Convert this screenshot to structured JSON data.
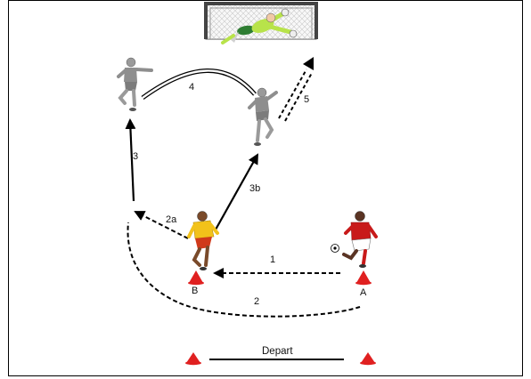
{
  "labels": {
    "pass_1": "1",
    "run_2": "2",
    "run_2a": "2a",
    "pass_3": "3",
    "pass_3b": "3b",
    "pass_4": "4",
    "shot_5": "5",
    "cone_a": "A",
    "cone_b": "B",
    "start": "Depart"
  },
  "colors": {
    "background": "#ffffff",
    "border": "#000000",
    "arrow": "#000000",
    "cone": "#e02020",
    "player_a_shirt": "#c81a1a",
    "player_b_shirt": "#f2c21a",
    "player_b_shorts": "#d03a1a",
    "neutral_player": "#8e8e8e",
    "keeper_shirt": "#b8e34a",
    "keeper_shorts": "#2e7d32",
    "goal_net": "#e8e8e8"
  },
  "figures": {
    "goal": "goal-with-net",
    "keeper": "diving-goalkeeper",
    "players": [
      "attacker-a",
      "player-b",
      "receiver-left",
      "receiver-right"
    ],
    "ball": "soccer-ball-icon"
  }
}
